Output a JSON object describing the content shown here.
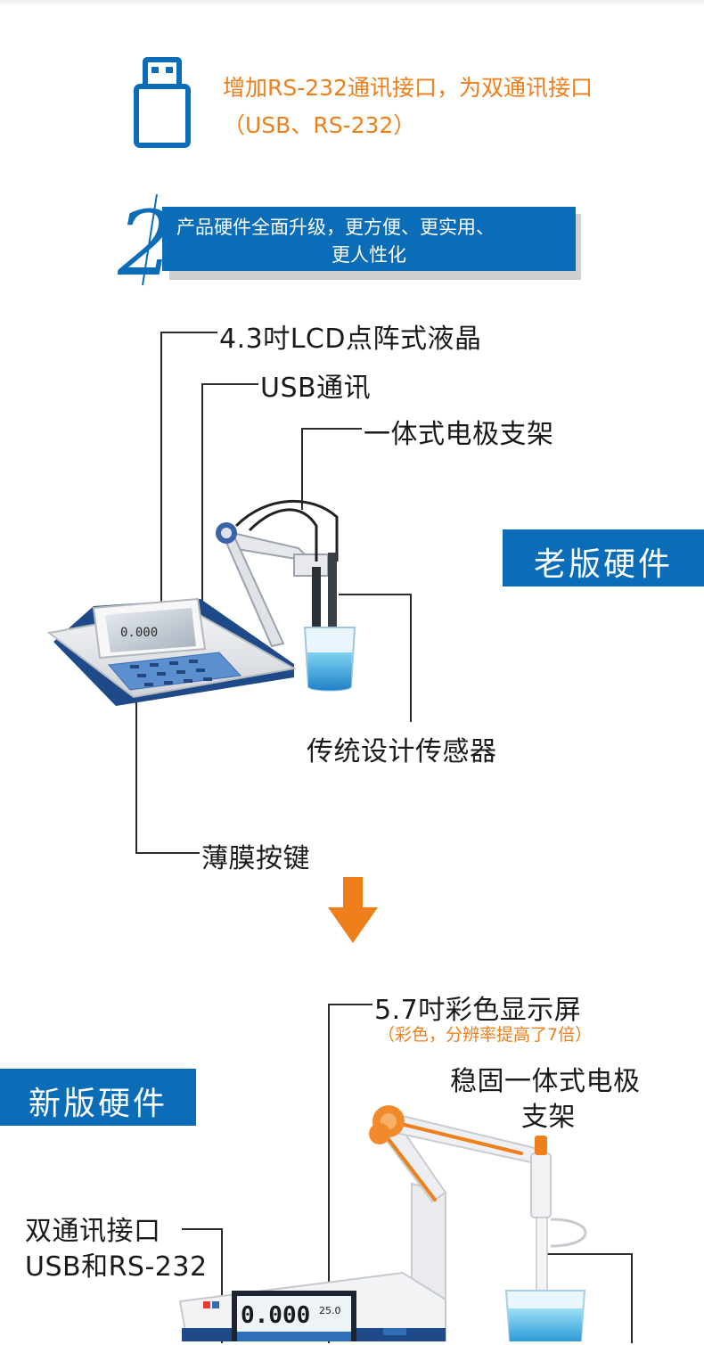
{
  "usb_feature": {
    "line1": "增加RS-232通讯接口，为双通讯接口",
    "line2": "（USB、RS-232）",
    "icon": "usb-drive-icon"
  },
  "section2": {
    "number": "2",
    "line1": "产品硬件全面升级，更方便、更实用、",
    "line2": "更人性化"
  },
  "old_hardware": {
    "badge": "老版硬件",
    "callouts": {
      "lcd": "4.3吋LCD点阵式液晶",
      "usb": "USB通讯",
      "holder": "一体式电极支架",
      "sensor": "传统设计传感器",
      "keys": "薄膜按键"
    },
    "screen_reading": "0.000"
  },
  "arrow": {
    "icon": "arrow-down-icon"
  },
  "new_hardware": {
    "badge": "新版硬件",
    "callouts": {
      "display": "5.7吋彩色显示屏",
      "display_note": "（彩色，分辨率提高了7倍）",
      "holder_line1": "稳固一体式电极",
      "holder_line2": "支架",
      "comm_line1": "双通讯接口",
      "comm_line2": "USB和RS-232"
    },
    "screen_reading": "0.000",
    "screen_temp": "25.0"
  },
  "colors": {
    "brand_blue": "#0b6cb8",
    "accent_orange": "#ee7f1b",
    "text_dark": "#1a1a1a"
  }
}
